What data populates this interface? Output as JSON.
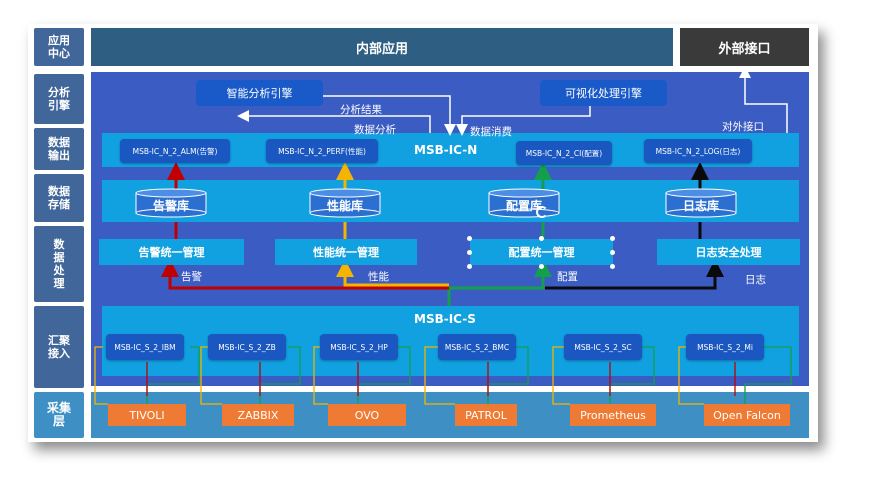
{
  "layers": {
    "app_center": "应用中心",
    "analysis_engine": "分析引擎",
    "data_output": "数据输出",
    "data_storage": "数据存储",
    "data_processing": "数据处理",
    "aggregation_access": "汇聚接入",
    "collection_layer": "采集层"
  },
  "top": {
    "internal_apps": "内部应用",
    "external_interface": "外部接口"
  },
  "engines": {
    "smart_analysis": "智能分析引擎",
    "visualization": "可视化处理引擎"
  },
  "flow_labels": {
    "analysis_result": "分析结果",
    "data_analysis": "数据分析",
    "data_consumption": "数据消费",
    "external_interface": "对外接口"
  },
  "msb_n": {
    "title": "MSB-IC-N",
    "nodes": [
      "MSB-IC_N_2_ALM(告警)",
      "MSB-IC_N_2_PERF(性能)",
      "MSB-IC_N_2_CI(配置)",
      "MSB-IC_N_2_LOG(日志)"
    ]
  },
  "databases": [
    "告警库",
    "性能库",
    "配置库",
    "日志库"
  ],
  "management": [
    "告警统一管理",
    "性能统一管理",
    "配置统一管理",
    "日志安全处理"
  ],
  "routing_labels": [
    "告警",
    "性能",
    "配置",
    "日志"
  ],
  "msb_s": {
    "title": "MSB-IC-S",
    "nodes": [
      "MSB-IC_S_2_IBM",
      "MSB-IC_S_2_ZB",
      "MSB-IC_S_2_HP",
      "MSB-IC_S_2_BMC",
      "MSB-IC_S_2_SC",
      "MSB-IC_S_2_Mi"
    ]
  },
  "tools": [
    "TIVOLI",
    "ZABBIX",
    "OVO",
    "PATROL",
    "Prometheus",
    "Open Falcon"
  ],
  "colors": {
    "alarm": "#c00000",
    "performance": "#f5b400",
    "config": "#14a04a",
    "log": "#0a0a0a",
    "panel": "#3b5cc2",
    "band": "#11a0e0",
    "tool": "#ee7a34"
  }
}
